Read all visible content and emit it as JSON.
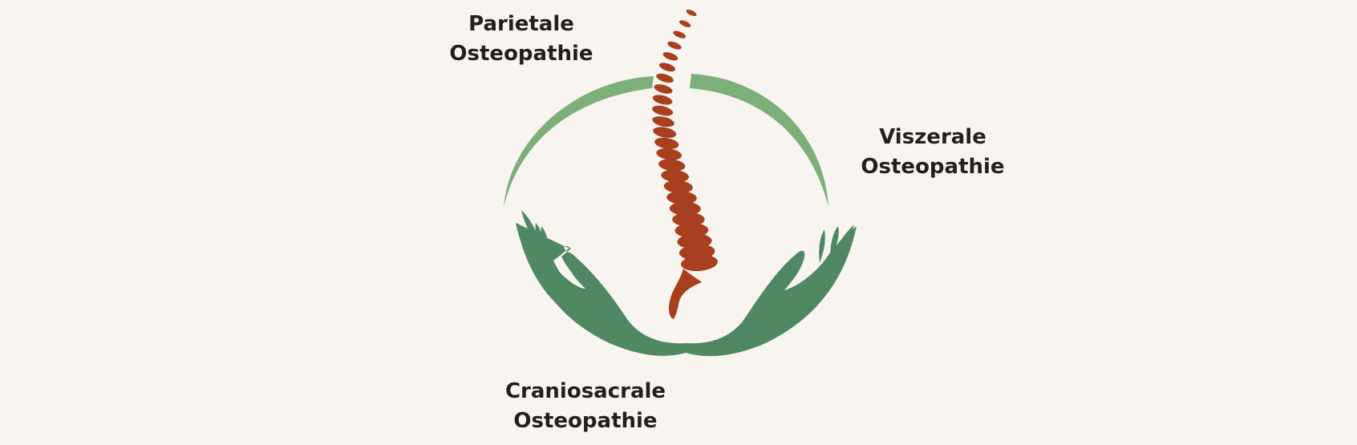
{
  "labels": {
    "parietal": {
      "line1": "Parietale",
      "line2": "Osteopathie"
    },
    "visceral": {
      "line1": "Viszerale",
      "line2": "Osteopathie"
    },
    "craniosacral": {
      "line1": "Craniosacrale",
      "line2": "Osteopathie"
    }
  },
  "colors": {
    "arc": "#7db078",
    "hands": "#4f8862",
    "spine": "#a8401f",
    "text": "#231f20",
    "background": "#f8f5f0"
  }
}
